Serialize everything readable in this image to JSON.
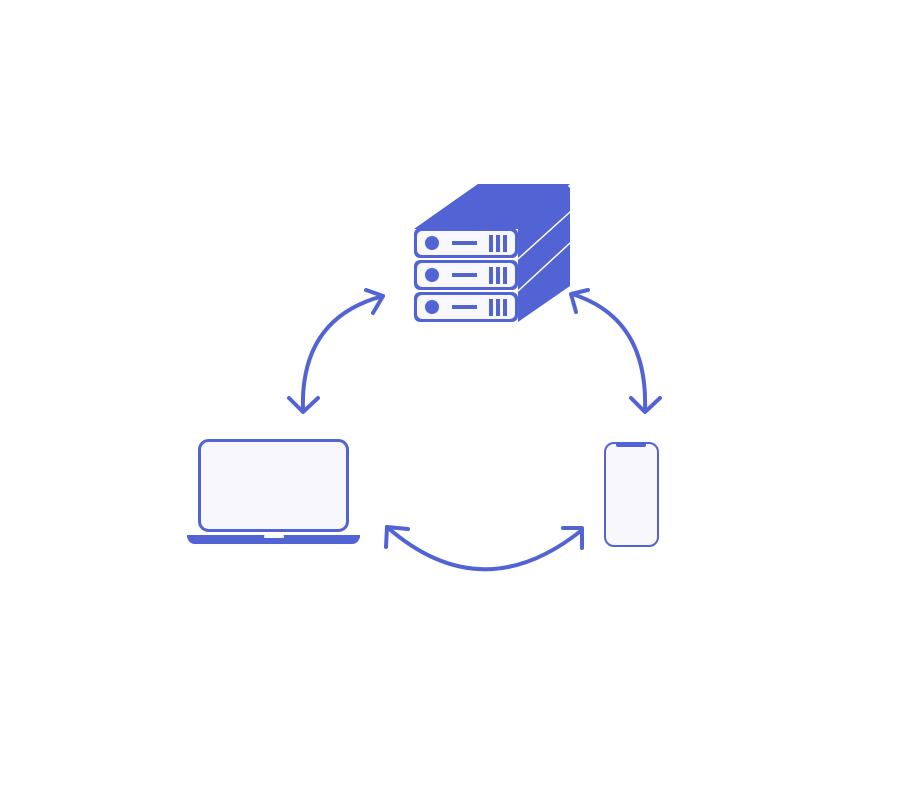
{
  "colors": {
    "accent": "#5264d4",
    "device_fill": "#f7f7fc",
    "background": "#ffffff"
  },
  "nodes": [
    {
      "id": "server",
      "icon": "server-stack-icon"
    },
    {
      "id": "laptop",
      "icon": "laptop-icon"
    },
    {
      "id": "phone",
      "icon": "smartphone-icon"
    }
  ],
  "connections": [
    {
      "from": "server",
      "to": "laptop",
      "direction": "bidirectional"
    },
    {
      "from": "server",
      "to": "phone",
      "direction": "bidirectional"
    },
    {
      "from": "laptop",
      "to": "phone",
      "direction": "bidirectional"
    }
  ]
}
